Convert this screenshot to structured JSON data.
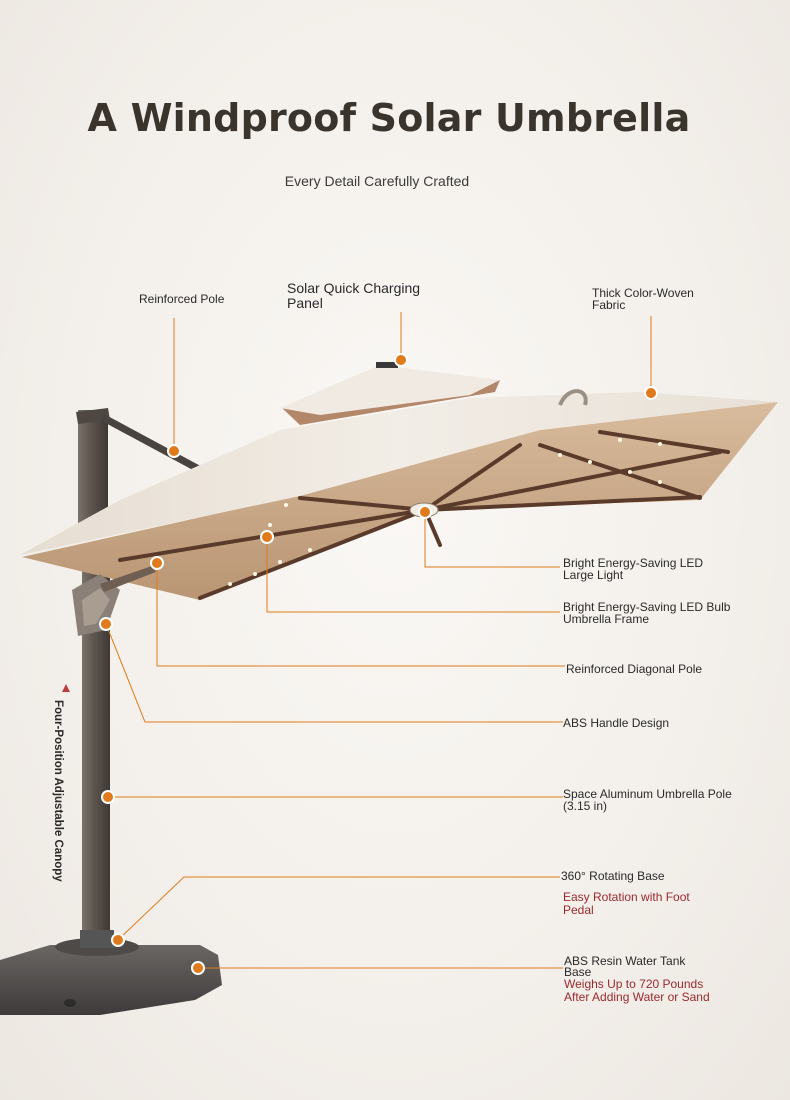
{
  "header": {
    "title": "A Windproof Solar Umbrella",
    "subtitle": "Every Detail Carefully Crafted"
  },
  "side_label": "Four-Position Adjustable Canopy",
  "callouts": {
    "reinforced_pole": "Reinforced Pole",
    "solar_panel": [
      "Solar Quick Charging",
      "Panel"
    ],
    "fabric": [
      "Thick Color-Woven",
      "Fabric"
    ],
    "led_light": [
      "Bright Energy-Saving LED",
      "Large Light"
    ],
    "led_bulb_frame": [
      "Bright Energy-Saving LED Bulb",
      "Umbrella Frame"
    ],
    "diagonal_pole": "Reinforced Diagonal Pole",
    "abs_handle": "ABS Handle Design",
    "aluminum_pole": [
      "Space Aluminum Umbrella Pole",
      "(3.15 in)"
    ],
    "rotating_base": {
      "label": "360° Rotating Base",
      "note": [
        "Easy Rotation with Foot",
        "Pedal"
      ]
    },
    "water_tank_base": {
      "label": [
        "ABS Resin Water Tank",
        "Base"
      ],
      "note": [
        "Weighs Up to 720 Pounds",
        "After Adding Water or Sand"
      ]
    }
  },
  "colors": {
    "accent": "#e07a1a",
    "note_red": "#9a2a2f",
    "canopy_top": "#efe9e1",
    "canopy_under": "#c9a886",
    "frame": "#5a3a2a",
    "pole": "#5f5650",
    "base": "#555150"
  }
}
